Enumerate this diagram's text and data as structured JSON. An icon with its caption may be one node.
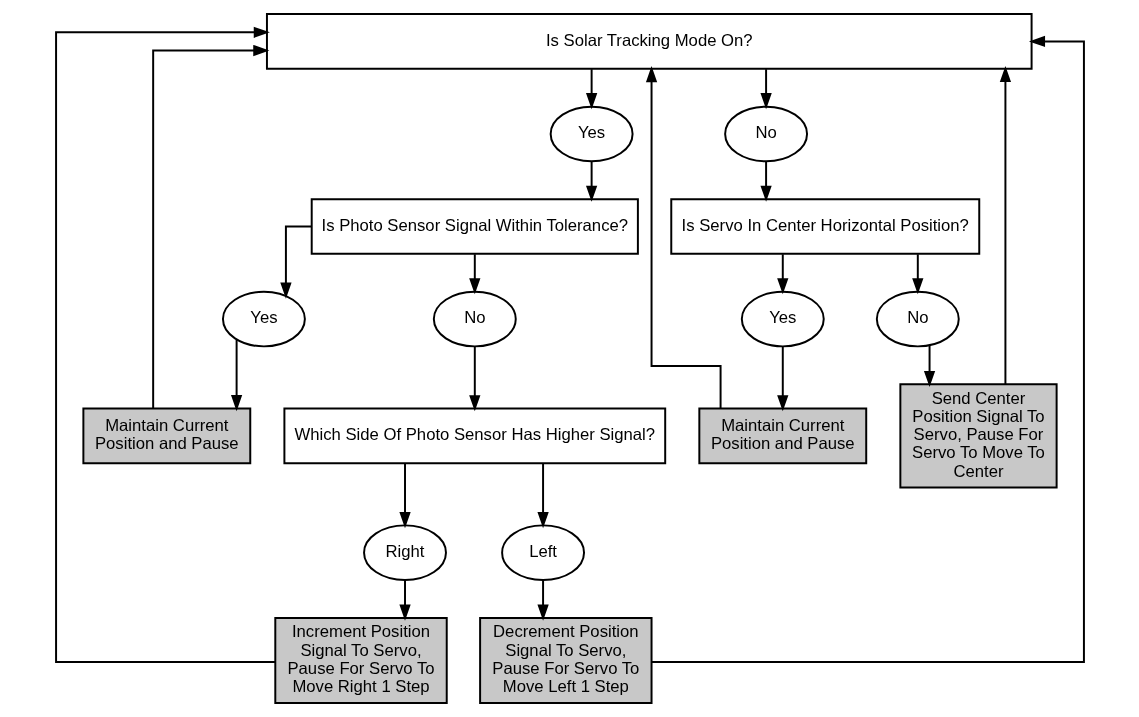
{
  "diagram": {
    "nodes": [
      {
        "text": [
          "Is Solar Tracking Mode On?"
        ]
      },
      {
        "text": [
          "Yes"
        ]
      },
      {
        "text": [
          "No"
        ]
      },
      {
        "text": [
          "Is Photo Sensor Signal Within Tolerance?"
        ]
      },
      {
        "text": [
          "Is Servo In Center Horizontal Position?"
        ]
      },
      {
        "text": [
          "Yes"
        ]
      },
      {
        "text": [
          "No"
        ]
      },
      {
        "text": [
          "Yes"
        ]
      },
      {
        "text": [
          "No"
        ]
      },
      {
        "text": [
          "Maintain Current Position and Pause"
        ]
      },
      {
        "text": [
          "Which Side Of Photo Sensor Has Higher Signal?"
        ]
      },
      {
        "text": [
          "Maintain Current Position and Pause"
        ]
      },
      {
        "text": [
          "Send Center Position Signal To Servo, Pause For Servo To Move To Center"
        ]
      },
      {
        "text": [
          "Right"
        ]
      },
      {
        "text": [
          "Left"
        ]
      },
      {
        "text": [
          "Increment Position Signal To Servo, Pause For Servo To Move Right 1 Step"
        ]
      },
      {
        "text": [
          "Decrement Position Signal To Servo, Pause For Servo To Move Left 1 Step"
        ]
      }
    ],
    "edges": [
      {
        "from": 0,
        "to": 1,
        "arrow": "to"
      },
      {
        "from": 1,
        "to": 3,
        "arrow": "to"
      },
      {
        "from": 3,
        "to": 5,
        "arrow": "to"
      },
      {
        "from": 5,
        "to": 9,
        "arrow": "to"
      },
      {
        "from": 3,
        "to": 6,
        "arrow": "to"
      },
      {
        "from": 6,
        "to": 10,
        "arrow": "to"
      },
      {
        "from": 10,
        "to": 13,
        "arrow": "to"
      },
      {
        "from": 13,
        "to": 15,
        "arrow": "to"
      },
      {
        "from": 10,
        "to": 14,
        "arrow": "to"
      },
      {
        "from": 14,
        "to": 16,
        "arrow": "to"
      },
      {
        "from": 0,
        "to": 2,
        "arrow": "to"
      },
      {
        "from": 2,
        "to": 4,
        "arrow": "to"
      },
      {
        "from": 4,
        "to": 7,
        "arrow": "to"
      },
      {
        "from": 7,
        "to": 11,
        "arrow": "to"
      },
      {
        "from": 4,
        "to": 8,
        "arrow": "to"
      },
      {
        "from": 8,
        "to": 12,
        "arrow": "to"
      },
      {
        "from": 9,
        "to": 0,
        "arrow": "to"
      },
      {
        "from": 15,
        "to": 0,
        "arrow": "to"
      },
      {
        "from": 16,
        "to": 0,
        "arrow": "to"
      },
      {
        "from": 11,
        "to": 0,
        "arrow": "to"
      },
      {
        "from": 12,
        "to": 0,
        "arrow": "to"
      }
    ]
  }
}
